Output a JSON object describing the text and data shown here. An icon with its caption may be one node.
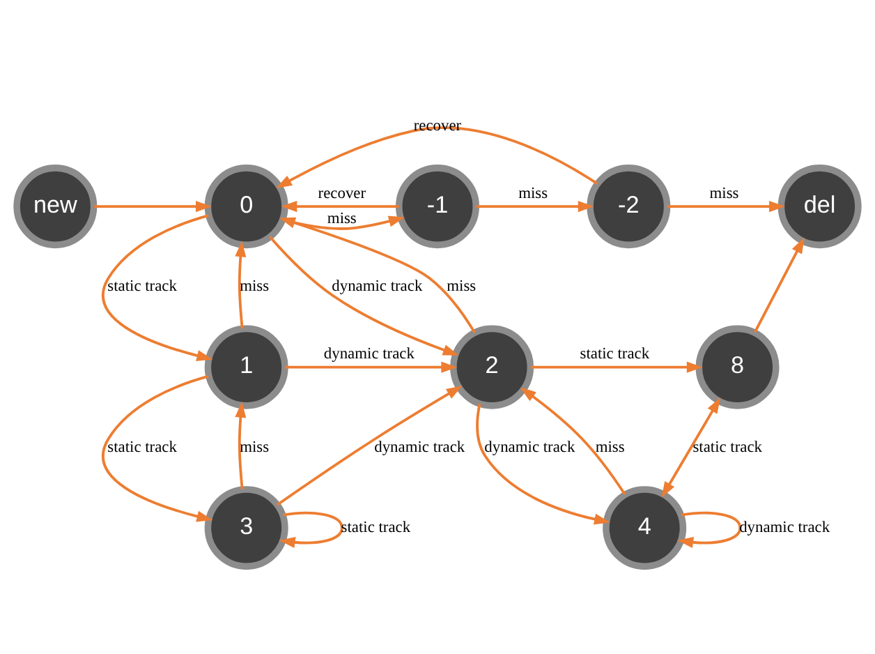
{
  "diagram": {
    "nodes": [
      {
        "text": [
          "new"
        ]
      },
      {
        "text": [
          "-1"
        ]
      },
      {
        "text": [
          "0"
        ]
      },
      {
        "text": [
          "-2"
        ]
      },
      {
        "text": [
          "del"
        ]
      },
      {
        "text": [
          "1"
        ]
      },
      {
        "text": [
          "2"
        ]
      },
      {
        "text": [
          "8"
        ]
      },
      {
        "text": [
          "3"
        ]
      },
      {
        "text": [
          "4"
        ]
      }
    ],
    "edges": [
      {
        "from": 0,
        "to": 2,
        "arrow": "to"
      },
      {
        "from": 2,
        "to": 1,
        "arrow": "to",
        "label": "miss"
      },
      {
        "from": 1,
        "to": 2,
        "arrow": "to",
        "label": "recover"
      },
      {
        "from": 1,
        "to": 3,
        "arrow": "to",
        "label": "miss"
      },
      {
        "from": 3,
        "to": 2,
        "arrow": "to",
        "label": "recover"
      },
      {
        "from": 3,
        "to": 4,
        "arrow": "to",
        "label": "miss"
      },
      {
        "from": 2,
        "to": 5,
        "arrow": "to",
        "label": "static track"
      },
      {
        "from": 5,
        "to": 2,
        "arrow": "to",
        "label": "miss"
      },
      {
        "from": 2,
        "to": 6,
        "arrow": "to",
        "label": "dynamic track"
      },
      {
        "from": 6,
        "to": 2,
        "arrow": "to",
        "label": "miss"
      },
      {
        "from": 5,
        "to": 6,
        "arrow": "to",
        "label": "dynamic track"
      },
      {
        "from": 5,
        "to": 8,
        "arrow": "to",
        "label": "static track"
      },
      {
        "from": 8,
        "to": 5,
        "arrow": "to",
        "label": "miss"
      },
      {
        "from": 8,
        "to": 6,
        "arrow": "to",
        "label": "dynamic track"
      },
      {
        "from": 8,
        "to": 8,
        "arrow": "to",
        "label": "static track"
      },
      {
        "from": 6,
        "to": 7,
        "arrow": "to",
        "label": "static track"
      },
      {
        "from": 6,
        "to": 9,
        "arrow": "to",
        "label": "dynamic track"
      },
      {
        "from": 9,
        "to": 6,
        "arrow": "to",
        "label": "miss"
      },
      {
        "from": 9,
        "to": 7,
        "arrow": "both",
        "label": "static track"
      },
      {
        "from": 9,
        "to": 9,
        "arrow": "to",
        "label": "dynamic track"
      },
      {
        "from": 7,
        "to": 4,
        "arrow": "to"
      }
    ]
  }
}
